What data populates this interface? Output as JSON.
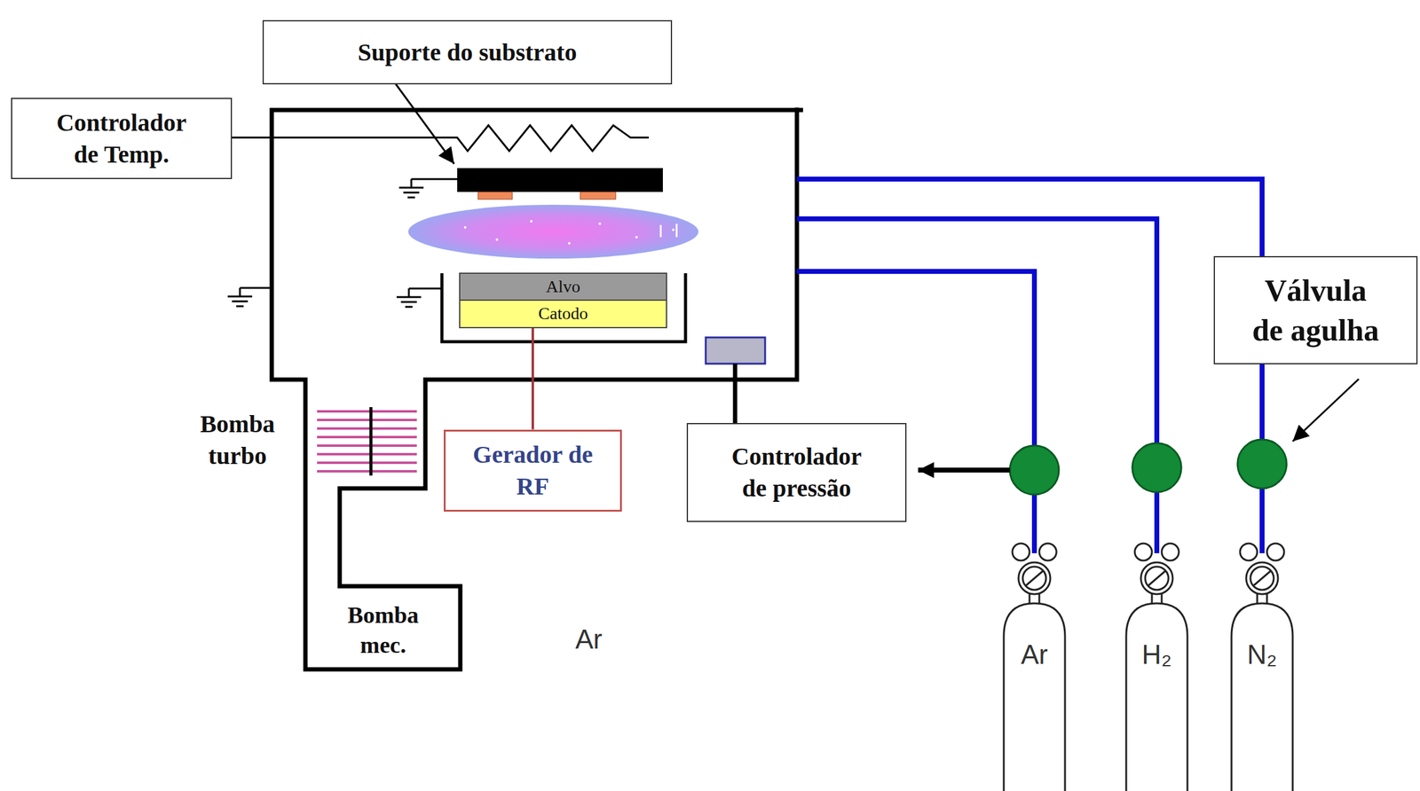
{
  "diagram": {
    "nodes": [
      {
        "text": [
          "Suporte do substrato"
        ]
      },
      {
        "text": [
          "Controlador de Temp."
        ]
      },
      {
        "text": [
          "Alvo"
        ]
      },
      {
        "text": [
          "Catodo"
        ]
      },
      {
        "text": [
          "Válvula de agulha"
        ]
      },
      {
        "text": [
          "Gerador de RF"
        ]
      },
      {
        "text": [
          "Controlador de pressão"
        ]
      },
      {
        "text": [
          "Ar"
        ]
      },
      {
        "text": [
          "H₂"
        ]
      },
      {
        "text": [
          "N₂"
        ]
      }
    ],
    "edges": [
      {
        "from": 5,
        "to": 3,
        "arrow": "none"
      }
    ],
    "labels": [
      "Bomba turbo",
      "Bomba mec.",
      "Ar"
    ]
  }
}
